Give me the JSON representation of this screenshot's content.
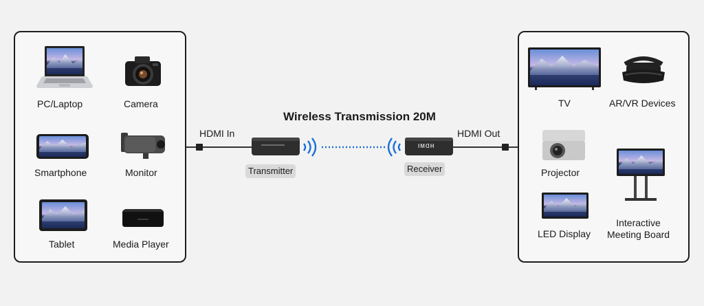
{
  "title": "Wireless Transmission 20M",
  "left_devices": [
    {
      "label": "PC/Laptop"
    },
    {
      "label": "Camera"
    },
    {
      "label": "Smartphone"
    },
    {
      "label": "Monitor"
    },
    {
      "label": "Tablet"
    },
    {
      "label": "Media Player"
    }
  ],
  "right_devices": [
    {
      "label": "TV"
    },
    {
      "label": "AR/VR Devices"
    },
    {
      "label": "Projector"
    },
    {
      "label": "Interactive\nMeeting Board"
    },
    {
      "label": "LED Display"
    }
  ],
  "transmitter": {
    "port_label": "HDMI In",
    "name": "Transmitter"
  },
  "receiver": {
    "port_label": "HDMI Out",
    "name": "Receiver",
    "device_print": "HDMI"
  },
  "colors": {
    "border": "#1d1d1d",
    "wave": "#1a6fd6",
    "tag_bg": "#d9d9d9",
    "device_body": "#2e2e2e"
  }
}
